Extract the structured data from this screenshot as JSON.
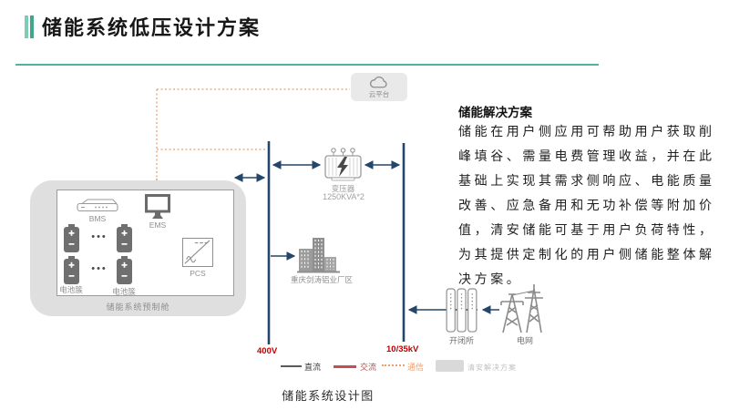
{
  "header": {
    "title": "储能系统低压设计方案"
  },
  "solution": {
    "heading": "储能解决方案",
    "body": "储能在用户侧应用可帮助用户获取削峰填谷、需量电费管理收益，并在此基础上实现其需求侧响应、电能质量改善、应急备用和无功补偿等附加价值，清安储能可基于用户负荷特性，为其提供定制化的用户侧储能整体解决方案。"
  },
  "diagram": {
    "cloud": "云平台",
    "bms": "BMS",
    "ems": "EMS",
    "pcs": "PCS",
    "battery_cluster": "电池簇",
    "dots": "•••",
    "container": "储能系统预制舱",
    "transformer": "变压器",
    "transformer_rating": "1250KVA*2",
    "factory": "重庆剑涛铝业厂区",
    "switch_station": "开闭所",
    "grid": "电网",
    "lv": "400V",
    "hv": "10/35kV",
    "caption": "储能系统设计图"
  },
  "legend": {
    "dc": "直流",
    "ac": "交流",
    "comm": "通信",
    "solution": "清安解决方案"
  },
  "colors": {
    "accent_teal": "#3EA78D",
    "comm_orange": "#ED8A50",
    "bus_navy": "#24466B",
    "label_red": "#C00000"
  }
}
